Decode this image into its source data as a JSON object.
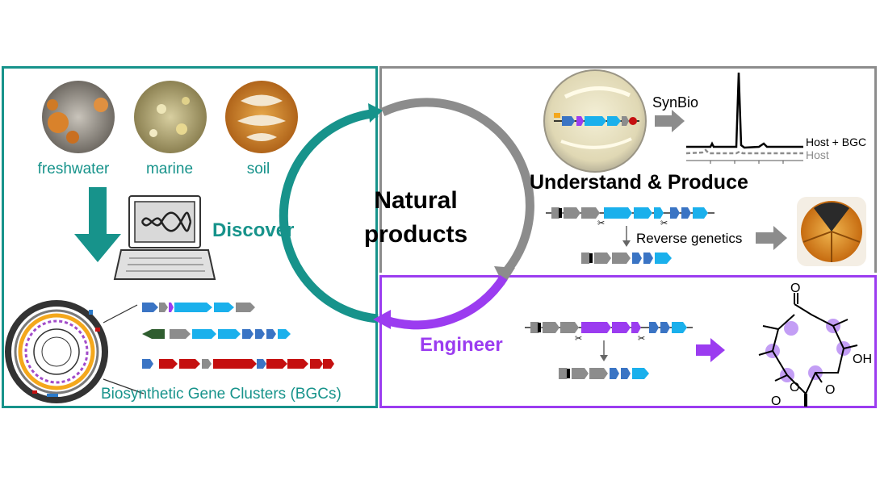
{
  "center": {
    "title_line1": "Natural",
    "title_line2": "products"
  },
  "discover": {
    "title": "Discover",
    "samples": [
      "freshwater",
      "marine",
      "soil"
    ],
    "caption": "Biosynthetic Gene Clusters (BGCs)"
  },
  "understand": {
    "title": "Understand & Produce",
    "synbio_label": "SynBio",
    "legend_host_bgc": "Host + BGC",
    "legend_host": "Host",
    "reverse_genetics_label": "Reverse genetics"
  },
  "engineer": {
    "title": "Engineer",
    "molecule_labels": {
      "ketone_o": "O",
      "hydroxyl": "OH",
      "ring_o": "O",
      "ester_o": "O",
      "ketone2_o": "O"
    }
  },
  "colors": {
    "teal": "#17938b",
    "gray": "#8c8c8c",
    "purple": "#9b3cf0",
    "cyan": "#1ab0ec",
    "blue": "#3a74c4",
    "red": "#c51010",
    "dark_green": "#2f5d2f"
  }
}
